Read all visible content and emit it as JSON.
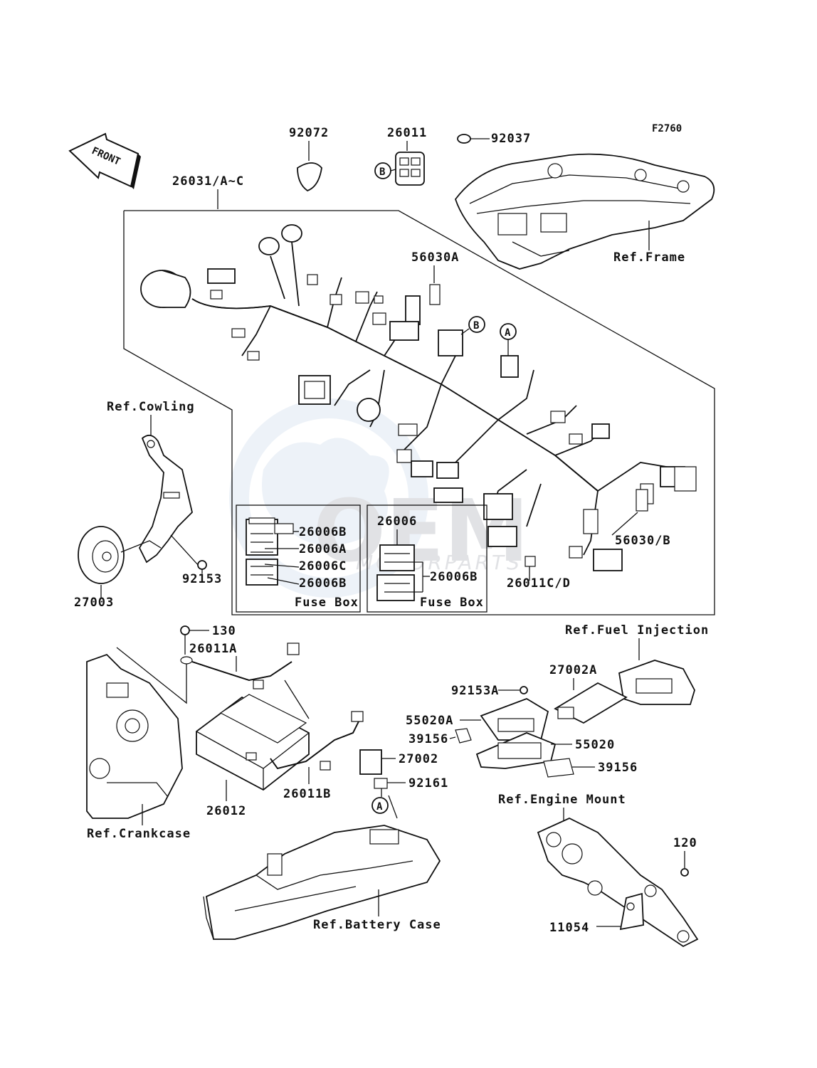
{
  "figure_code": "F2760",
  "front_label": "FRONT",
  "parts": {
    "p92072": "92072",
    "p26011": "26011",
    "p92037": "92037",
    "p26031": "26031/A~C",
    "p56030A": "56030A",
    "p56030B": "56030/B",
    "p26011CD": "26011C/D",
    "p27003": "27003",
    "p92153": "92153",
    "p130": "130",
    "p26011A": "26011A",
    "p26012": "26012",
    "p26011B": "26011B",
    "p27002": "27002",
    "p92161": "92161",
    "p92153A": "92153A",
    "p55020A": "55020A",
    "p39156a": "39156",
    "p55020": "55020",
    "p39156b": "39156",
    "p27002A": "27002A",
    "p120": "120",
    "p11054": "11054"
  },
  "refs": {
    "frame": "Ref.Frame",
    "cowling": "Ref.Cowling",
    "fuel_injection": "Ref.Fuel Injection",
    "crankcase": "Ref.Crankcase",
    "engine_mount": "Ref.Engine Mount",
    "battery_case": "Ref.Battery Case"
  },
  "fuse_box_left": {
    "caption": "Fuse Box",
    "labels": [
      "26006B",
      "26006A",
      "26006C",
      "26006B"
    ]
  },
  "fuse_box_right": {
    "caption": "Fuse Box",
    "top_label": "26006",
    "side_label": "26006B"
  },
  "markers": {
    "a": "A",
    "b": "B"
  },
  "watermark": {
    "main": "OEM",
    "sub": "MOTORPARTS"
  }
}
